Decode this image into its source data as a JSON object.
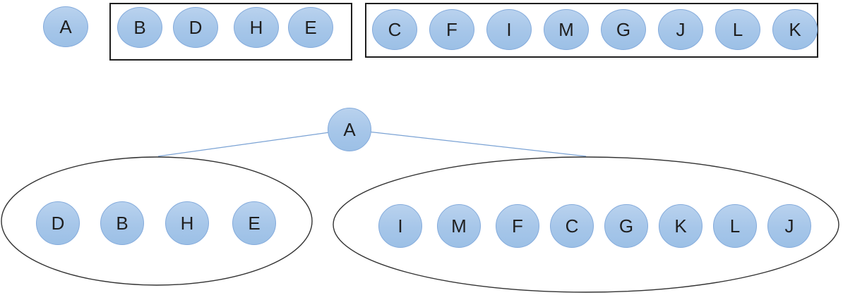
{
  "diagram": {
    "top": {
      "single_node": "A",
      "box1_nodes": [
        "B",
        "D",
        "H",
        "E"
      ],
      "box2_nodes": [
        "C",
        "F",
        "I",
        "M",
        "G",
        "J",
        "L",
        "K"
      ]
    },
    "tree": {
      "root": "A",
      "left_set": [
        "D",
        "B",
        "H",
        "E"
      ],
      "right_set": [
        "I",
        "M",
        "F",
        "C",
        "G",
        "K",
        "L",
        "J"
      ]
    }
  },
  "colors": {
    "node_fill": "#a6c6e9",
    "node_border": "#84abdc",
    "connector": "#7aa2d4",
    "ellipse_outline": "#323232",
    "box_outline": "#1e1e1e"
  }
}
